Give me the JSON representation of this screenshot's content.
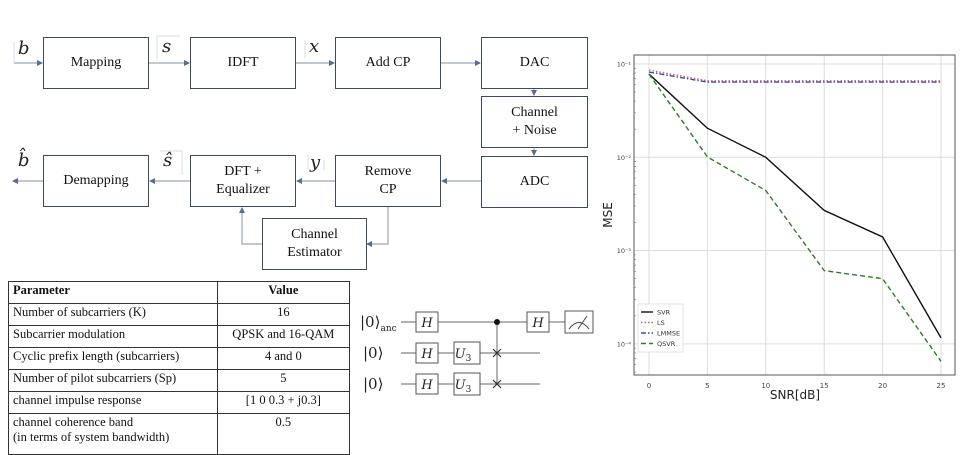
{
  "block_diagram": {
    "blocks": {
      "mapping": "Mapping",
      "idft": "IDFT",
      "add_cp": "Add CP",
      "dac": "DAC",
      "channel_noise": "Channel\n+ Noise",
      "adc": "ADC",
      "remove_cp": "Remove\nCP",
      "dft_equalizer": "DFT +\nEqualizer",
      "demapping": "Demapping",
      "channel_estimator": "Channel\nEstimator"
    },
    "signals": {
      "b": "b",
      "s": "s",
      "x": "x",
      "y": "y",
      "s_hat": "ŝ",
      "b_hat": "b̂"
    }
  },
  "parameter_table": {
    "headers": [
      "Parameter",
      "Value"
    ],
    "rows": [
      {
        "parameter": "Number of subcarriers (K)",
        "value": "16"
      },
      {
        "parameter": "Subcarrier modulation",
        "value": "QPSK and 16-QAM"
      },
      {
        "parameter": "Cyclic prefix length (subcarriers)",
        "value": "4 and 0"
      },
      {
        "parameter": "Number of pilot subcarriers (Sp)",
        "value": "5"
      },
      {
        "parameter": "channel impulse response",
        "value": "[1  0  0.3 + j0.3]"
      },
      {
        "parameter": "channel coherence band\n(in terms of system bandwidth)",
        "value": "0.5"
      }
    ]
  },
  "circuit": {
    "qubits": [
      {
        "label": "|0⟩",
        "subscript": "anc"
      },
      {
        "label": "|0⟩",
        "subscript": ""
      },
      {
        "label": "|0⟩",
        "subscript": ""
      }
    ],
    "gates": {
      "hadamard": "H",
      "u3": "U",
      "u3_sub": "3"
    }
  },
  "chart_data": {
    "type": "line",
    "title": "",
    "xlabel": "SNR[dB]",
    "ylabel": "MSE",
    "x": [
      0,
      5,
      10,
      15,
      20,
      25
    ],
    "xticks": [
      0,
      5,
      10,
      15,
      20,
      25
    ],
    "yscale": "log",
    "ylim": [
      4e-05,
      0.11
    ],
    "yticks": [
      {
        "value": 0.1,
        "label": "10⁻¹"
      },
      {
        "value": 0.01,
        "label": "10⁻²"
      },
      {
        "value": 0.001,
        "label": "10⁻³"
      },
      {
        "value": 0.0001,
        "label": "10⁻⁴"
      }
    ],
    "grid": true,
    "legend_position": "bottom-left",
    "series": [
      {
        "name": "SVR",
        "style": "solid",
        "color": "#111111",
        "values": [
          0.078,
          0.0205,
          0.01,
          0.0027,
          0.0014,
          0.000116
        ]
      },
      {
        "name": "LS",
        "style": "dotted",
        "color": "#c06080",
        "values": [
          0.086,
          0.066,
          0.066,
          0.066,
          0.066,
          0.066
        ]
      },
      {
        "name": "LMMSE",
        "style": "dashdot",
        "color": "#3b4aa8",
        "values": [
          0.082,
          0.064,
          0.064,
          0.064,
          0.064,
          0.064
        ]
      },
      {
        "name": "QSVR",
        "style": "dashed",
        "color": "#2e7d2e",
        "values": [
          0.078,
          0.0101,
          0.0044,
          0.00061,
          0.0005,
          6.5e-05
        ]
      }
    ]
  }
}
